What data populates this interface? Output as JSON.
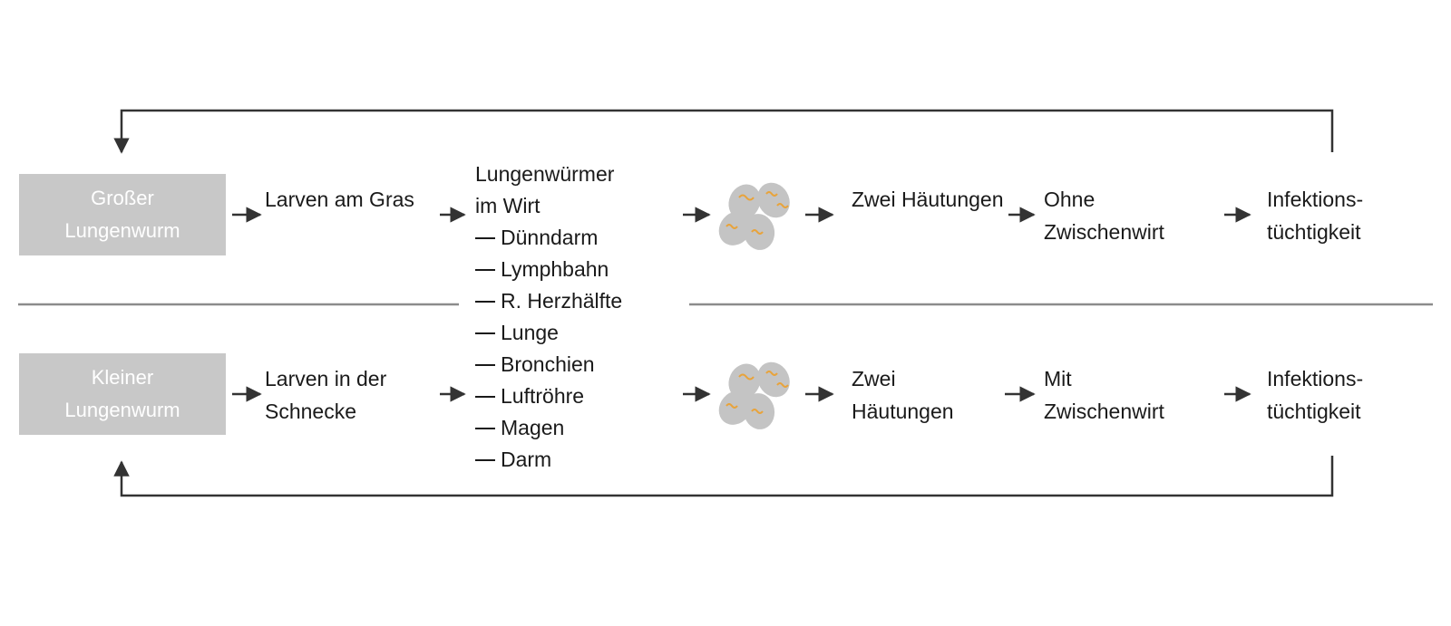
{
  "colors": {
    "line": "#333333",
    "divider": "#8c8c8c",
    "box": "#c8c8c8",
    "box_text": "#ffffff",
    "egg": "#c4c4c4",
    "larva": "#e8a33b"
  },
  "icons": [
    "arrow-right-icon",
    "arrow-down-icon",
    "arrow-up-icon",
    "egg-cluster-icon"
  ],
  "top": {
    "species": [
      "Großer",
      "Lungenwurm"
    ],
    "stage1": "Larven am Gras",
    "stage_host": "Zwei Häutungen",
    "stage_intermediate": [
      "Ohne",
      "Zwischenwirt"
    ],
    "stage_final": [
      "Infektions-",
      "tüchtigkeit"
    ]
  },
  "bottom": {
    "species": [
      "Kleiner",
      "Lungenwurm"
    ],
    "stage1": [
      "Larven in der",
      "Schnecke"
    ],
    "stage_host": [
      "Zwei",
      "Häutungen"
    ],
    "stage_intermediate": [
      "Mit",
      "Zwischenwirt"
    ],
    "stage_final": [
      "Infektions-",
      "tüchtigkeit"
    ]
  },
  "host": {
    "heading": [
      "Lungenwürmer",
      "im Wirt"
    ],
    "organs": [
      "Dünndarm",
      "Lymphbahn",
      "R. Herzhälfte",
      "Lunge",
      "Bronchien",
      "Luftröhre",
      "Magen",
      "Darm"
    ]
  }
}
